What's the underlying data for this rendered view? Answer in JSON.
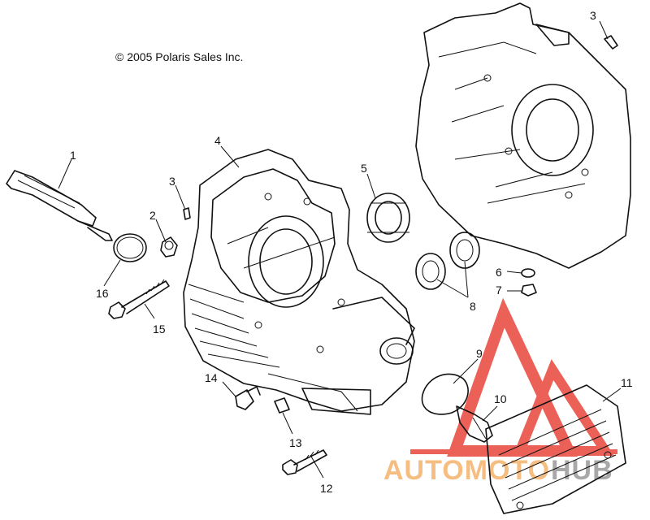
{
  "copyright": "© 2005 Polaris Sales Inc.",
  "watermark": {
    "word_a": "AUTOMOTO",
    "word_b": "HUB",
    "color_a": "#f5b26b",
    "color_b": "#9a9a9a",
    "triangle_color": "#e8463c"
  },
  "callouts": [
    {
      "id": "1",
      "label": "1"
    },
    {
      "id": "2",
      "label": "2"
    },
    {
      "id": "3a",
      "label": "3"
    },
    {
      "id": "3b",
      "label": "3"
    },
    {
      "id": "4",
      "label": "4"
    },
    {
      "id": "5",
      "label": "5"
    },
    {
      "id": "6",
      "label": "6"
    },
    {
      "id": "7",
      "label": "7"
    },
    {
      "id": "8",
      "label": "8"
    },
    {
      "id": "9",
      "label": "9"
    },
    {
      "id": "10",
      "label": "10"
    },
    {
      "id": "11",
      "label": "11"
    },
    {
      "id": "12",
      "label": "12"
    },
    {
      "id": "13",
      "label": "13"
    },
    {
      "id": "14",
      "label": "14"
    },
    {
      "id": "15",
      "label": "15"
    },
    {
      "id": "16",
      "label": "16"
    }
  ]
}
